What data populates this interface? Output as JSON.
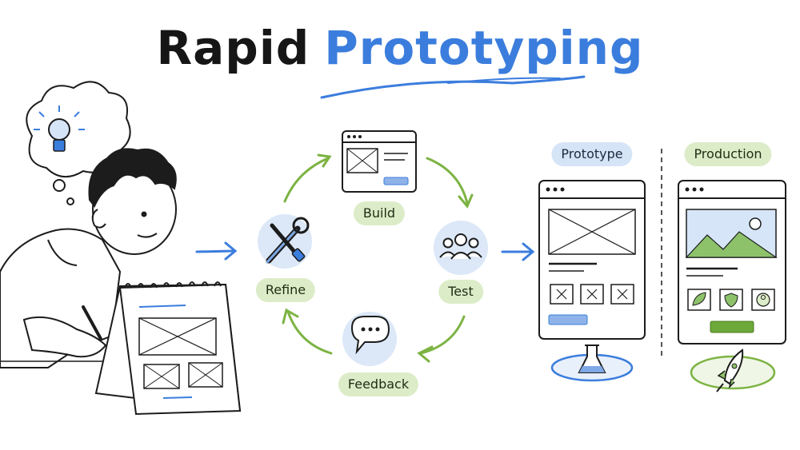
{
  "title": {
    "word1": "Rapid",
    "word2": "Prototyping"
  },
  "cycle": {
    "build": "Build",
    "test": "Test",
    "feedback": "Feedback",
    "refine": "Refine"
  },
  "stages": {
    "prototype": "Prototype",
    "production": "Production"
  },
  "colors": {
    "accent_blue": "#3b7ddd",
    "accent_green": "#7cb342",
    "label_green_bg": "#dcecc8",
    "label_blue_bg": "#d6e4f7",
    "icon_circle_bg": "#dce8f8",
    "ink": "#1c1c1c"
  }
}
